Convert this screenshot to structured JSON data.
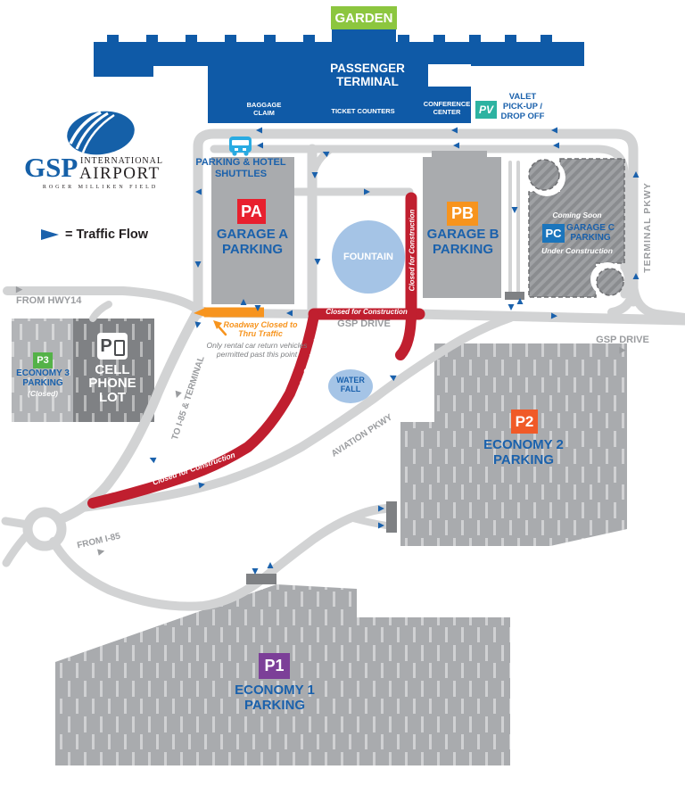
{
  "logo": {
    "gsp": "GSP",
    "international": "INTERNATIONAL",
    "airport": "AIRPORT",
    "field": "ROGER MILLIKEN FIELD"
  },
  "legend": {
    "label": "= Traffic Flow"
  },
  "terminal": {
    "garden": "GARDEN",
    "name": "PASSENGER\nTERMINAL",
    "baggage_claim": "BAGGAGE\nCLAIM",
    "ticket_counters": "TICKET COUNTERS",
    "conference_center": "CONFERENCE\nCENTER"
  },
  "valet": {
    "badge": "PV",
    "label": "VALET\nPICK-UP /\nDROP OFF"
  },
  "shuttles": {
    "label": "PARKING & HOTEL\nSHUTTLES"
  },
  "garages": {
    "a": {
      "badge": "PA",
      "label": "GARAGE A\nPARKING"
    },
    "b": {
      "badge": "PB",
      "label": "GARAGE B\nPARKING"
    },
    "c": {
      "badge": "PC",
      "label": "GARAGE C\nPARKING",
      "coming_soon": "Coming Soon",
      "under_construction": "Under Construction"
    }
  },
  "lots": {
    "p1": {
      "badge": "P1",
      "label": "ECONOMY 1\nPARKING"
    },
    "p2": {
      "badge": "P2",
      "label": "ECONOMY 2\nPARKING"
    },
    "p3": {
      "badge": "P3",
      "label": "ECONOMY 3\nPARKING",
      "status": "(Closed)"
    },
    "cell": {
      "label": "CELL\nPHONE\nLOT",
      "icon": "P"
    }
  },
  "landmarks": {
    "fountain": "FOUNTAIN",
    "waterfall": "WATER\nFALL"
  },
  "roads": {
    "terminal_pkwy": "TERMINAL PKWY",
    "gsp_drive_w": "GSP DRIVE",
    "gsp_drive_e": "GSP DRIVE",
    "aviation_pkwy": "AVIATION PKWY",
    "from_hwy14": "FROM HWY14",
    "from_i85": "FROM I-85",
    "to_i85": "TO I-85 & TERMINAL"
  },
  "construction": {
    "closed_gsp": "Closed for Construction",
    "closed_garage_b": "Closed for Construction",
    "closed_left": "Closed for Construction",
    "closed_diagonal": "Closed for Construction",
    "roadway_closed": "Roadway Closed to\nThru Traffic",
    "rental_note": "Only rental car return vehicles\npermitted past this point"
  },
  "icons": {
    "right": "▶",
    "left": "◀"
  },
  "colors": {
    "terminal_blue": "#0f5aa7",
    "label_blue": "#1a61ac",
    "road_gray": "#d2d3d4",
    "lot_gray": "#a9abae",
    "lot_dark": "#7f8184",
    "closed_red": "#c01f2f",
    "orange": "#f7941e",
    "p2_orange": "#f05a28",
    "p1_purple": "#7c3f98",
    "p3_green": "#54b248",
    "garden_green": "#8cc63f",
    "valet_teal": "#2db3a1",
    "water_blue": "#a5c4e6",
    "pa_red": "#e8202e",
    "pc_blue": "#1b75bc",
    "bus_blue": "#29abe2"
  }
}
